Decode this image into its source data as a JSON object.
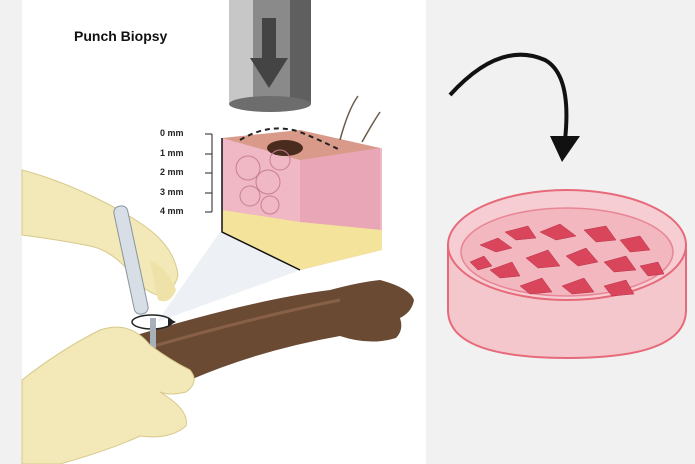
{
  "title": "Punch Biopsy",
  "depth_scale": [
    "0 mm",
    "1 mm",
    "2 mm",
    "3 mm",
    "4 mm"
  ],
  "colors": {
    "background": "#f1f1f1",
    "panel": "#ffffff",
    "glove": "#f2e8b8",
    "skin_tissue": "#f0b7c4",
    "fat_layer": "#f4e39a",
    "arm": "#6b4a34",
    "dish_rim": "#e66a7a",
    "dish_fill": "#f6cdd2",
    "cells": "#d9465c",
    "arrow": "#111111"
  },
  "icons": [
    "punch-tool-icon",
    "downward-press-arrow-icon",
    "curved-arrow-icon",
    "petri-dish-icon"
  ]
}
